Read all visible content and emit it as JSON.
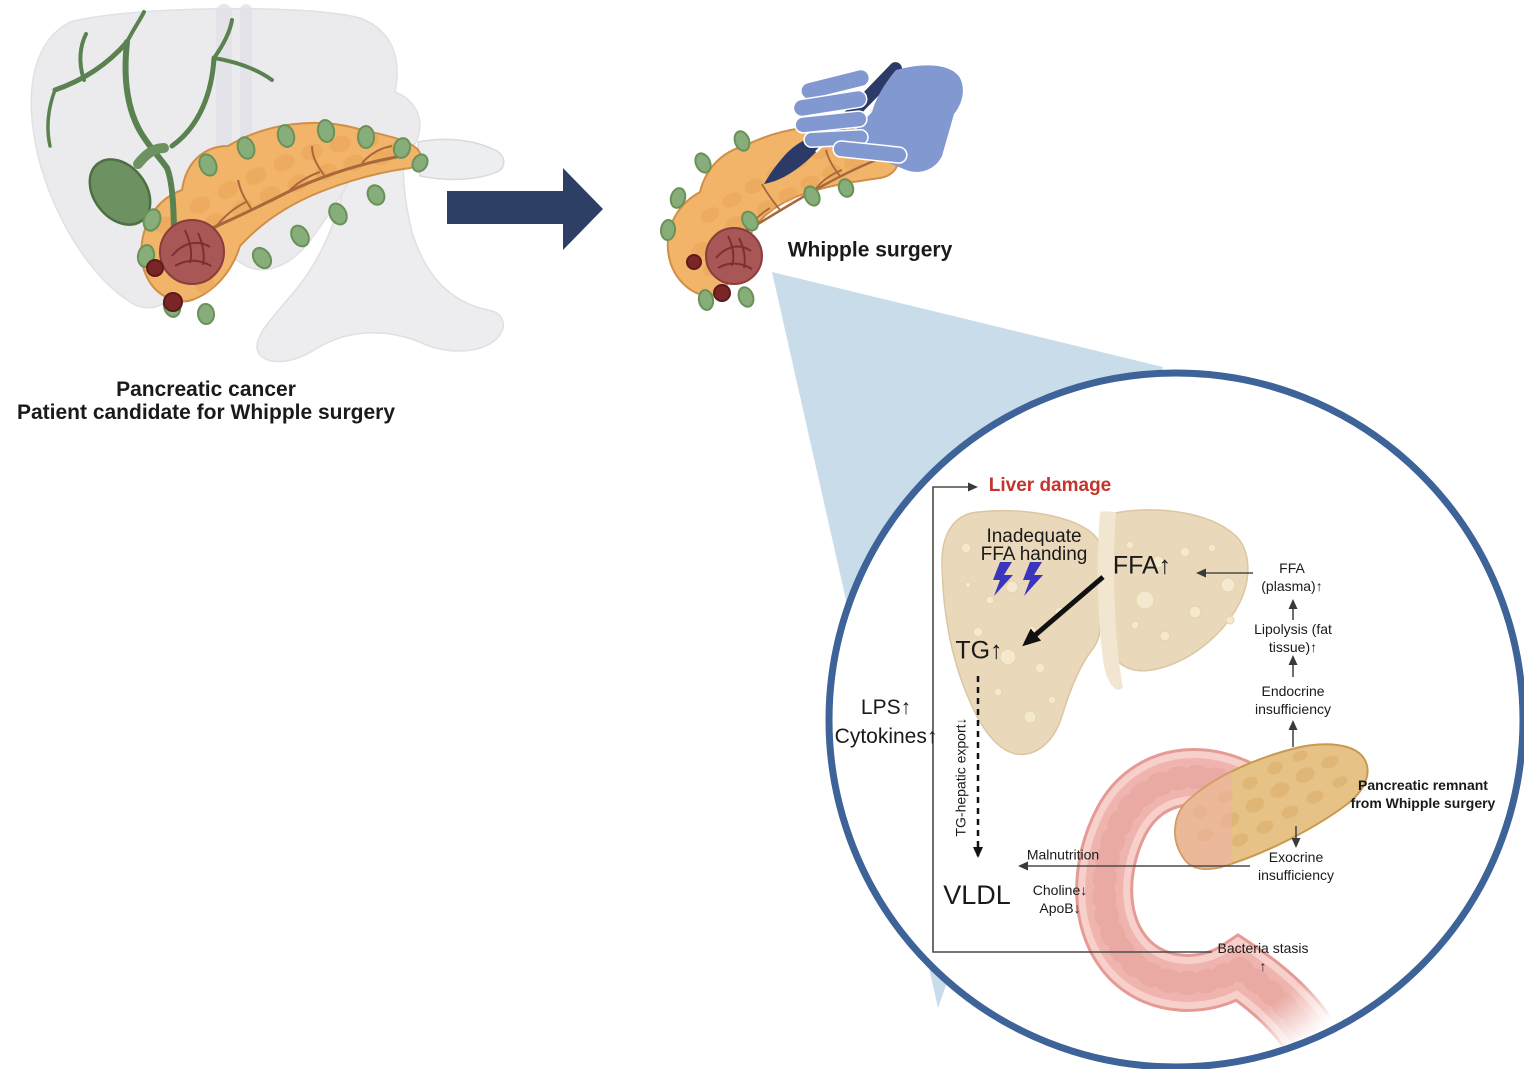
{
  "panel1": {
    "caption_line1": "Pancreatic cancer",
    "caption_line2": "Patient candidate for Whipple surgery"
  },
  "panel2": {
    "label": "Whipple surgery"
  },
  "circle": {
    "liver_damage": "Liver damage",
    "inadequate_l1": "Inadequate",
    "inadequate_l2": "FFA handing",
    "ffa": "FFA↑",
    "tg": "TG↑",
    "lps": "LPS↑",
    "cytokines": "Cytokines↑",
    "tg_export": "TG-hepatic export↓",
    "vldl": "VLDL",
    "malnutrition": "Malnutrition",
    "choline": "Choline↓",
    "apob": "ApoB↓",
    "ffa_plasma_l1": "FFA",
    "ffa_plasma_l2": "(plasma)↑",
    "lipolysis_l1": "Lipolysis (fat",
    "lipolysis_l2": "tissue)↑",
    "endocrine_l1": "Endocrine",
    "endocrine_l2": "insufficiency",
    "remnant_l1": "Pancreatic remnant",
    "remnant_l2": "from Whipple surgery",
    "exocrine_l1": "Exocrine",
    "exocrine_l2": "insufficiency",
    "bacteria_l1": "Bacteria stasis",
    "bacteria_l2": "↑"
  },
  "colors": {
    "navy_arrow": "#2e3f66",
    "glove_blue": "#8298d0",
    "scalpel_navy": "#2b3a66",
    "triangle_blue": "#c9dcea",
    "circle_border": "#3e6399",
    "red_text": "#c4342d",
    "pancreas_orange": "#f2b469",
    "remnant_tan": "#e7c287",
    "liver_gray": "#ebebee",
    "fatty_liver_tan": "#e9d8ba",
    "intestine_pink": "#f6cdc8",
    "lightning_indigo": "#3a35bd",
    "lymph_node_green": "#87ae7a",
    "tumor_red": "#a85656",
    "bile_green": "#5a8150"
  }
}
